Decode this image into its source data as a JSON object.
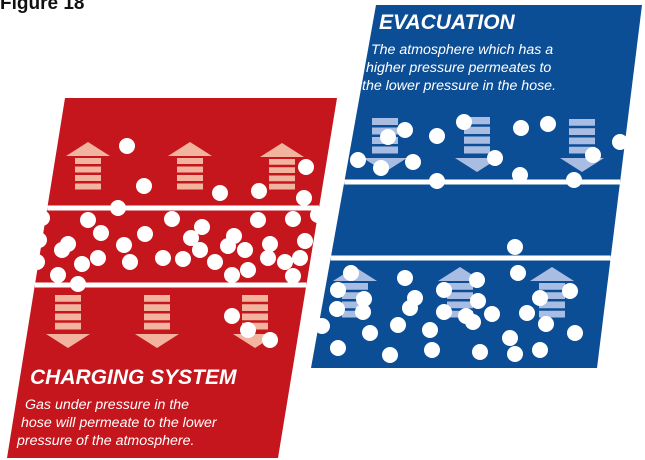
{
  "figure_label": "Figure 18",
  "colors": {
    "charging_panel": "#c4161c",
    "evacuation_panel": "#0c4e96",
    "charging_arrow": "#f2b49f",
    "evacuation_arrow": "#a9bde3",
    "molecule": "#ffffff",
    "divider": "#ffffff"
  },
  "evacuation": {
    "title": "EVACUATION",
    "description_lines": [
      "The atmosphere which has a",
      "higher pressure permeates to",
      "the lower pressure in the hose."
    ],
    "arrow_icon": "arrow-down-icon",
    "lower_arrow_icon": "arrow-up-icon"
  },
  "charging": {
    "title": "CHARGING SYSTEM",
    "description_lines": [
      "Gas under pressure in the",
      "hose will permeate to the lower",
      "pressure of the atmosphere."
    ],
    "upper_arrow_icon": "arrow-up-icon",
    "lower_arrow_icon": "arrow-down-icon"
  }
}
